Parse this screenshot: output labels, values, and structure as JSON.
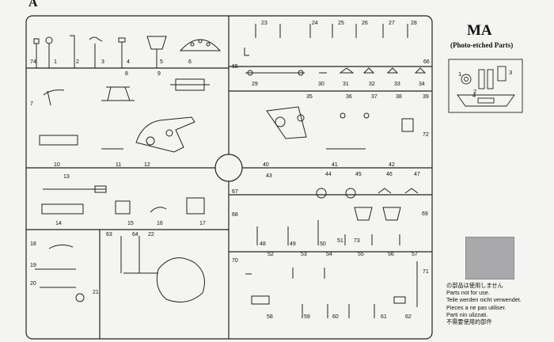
{
  "sprue_letter": "A",
  "etched": {
    "title": "MA",
    "subtitle": "(Photo-etched Parts)",
    "parts": [
      "1",
      "2",
      "3",
      "4"
    ]
  },
  "legend": {
    "jp": "の部品は使用しません",
    "en": "Parts not for use.",
    "de": "Teile werden nicht verwendet.",
    "fr": "Pieces a ne pas utiliser.",
    "it": "Parti nin ulizzati.",
    "zh": "不需要使用的部件"
  },
  "part_numbers": [
    "74",
    "1",
    "2",
    "3",
    "4",
    "5",
    "6",
    "7",
    "8",
    "9",
    "10",
    "11",
    "12",
    "13",
    "14",
    "15",
    "16",
    "17",
    "18",
    "19",
    "20",
    "21",
    "22",
    "23",
    "24",
    "25",
    "26",
    "27",
    "28",
    "29",
    "30",
    "31",
    "32",
    "33",
    "34",
    "35",
    "36",
    "37",
    "38",
    "39",
    "40",
    "41",
    "42",
    "43",
    "44",
    "45",
    "46",
    "47",
    "48",
    "49",
    "50",
    "51",
    "52",
    "53",
    "54",
    "55",
    "56",
    "57",
    "58",
    "59",
    "60",
    "61",
    "62",
    "63",
    "64",
    "65",
    "66",
    "67",
    "68",
    "69",
    "70",
    "71",
    "72",
    "73"
  ]
}
